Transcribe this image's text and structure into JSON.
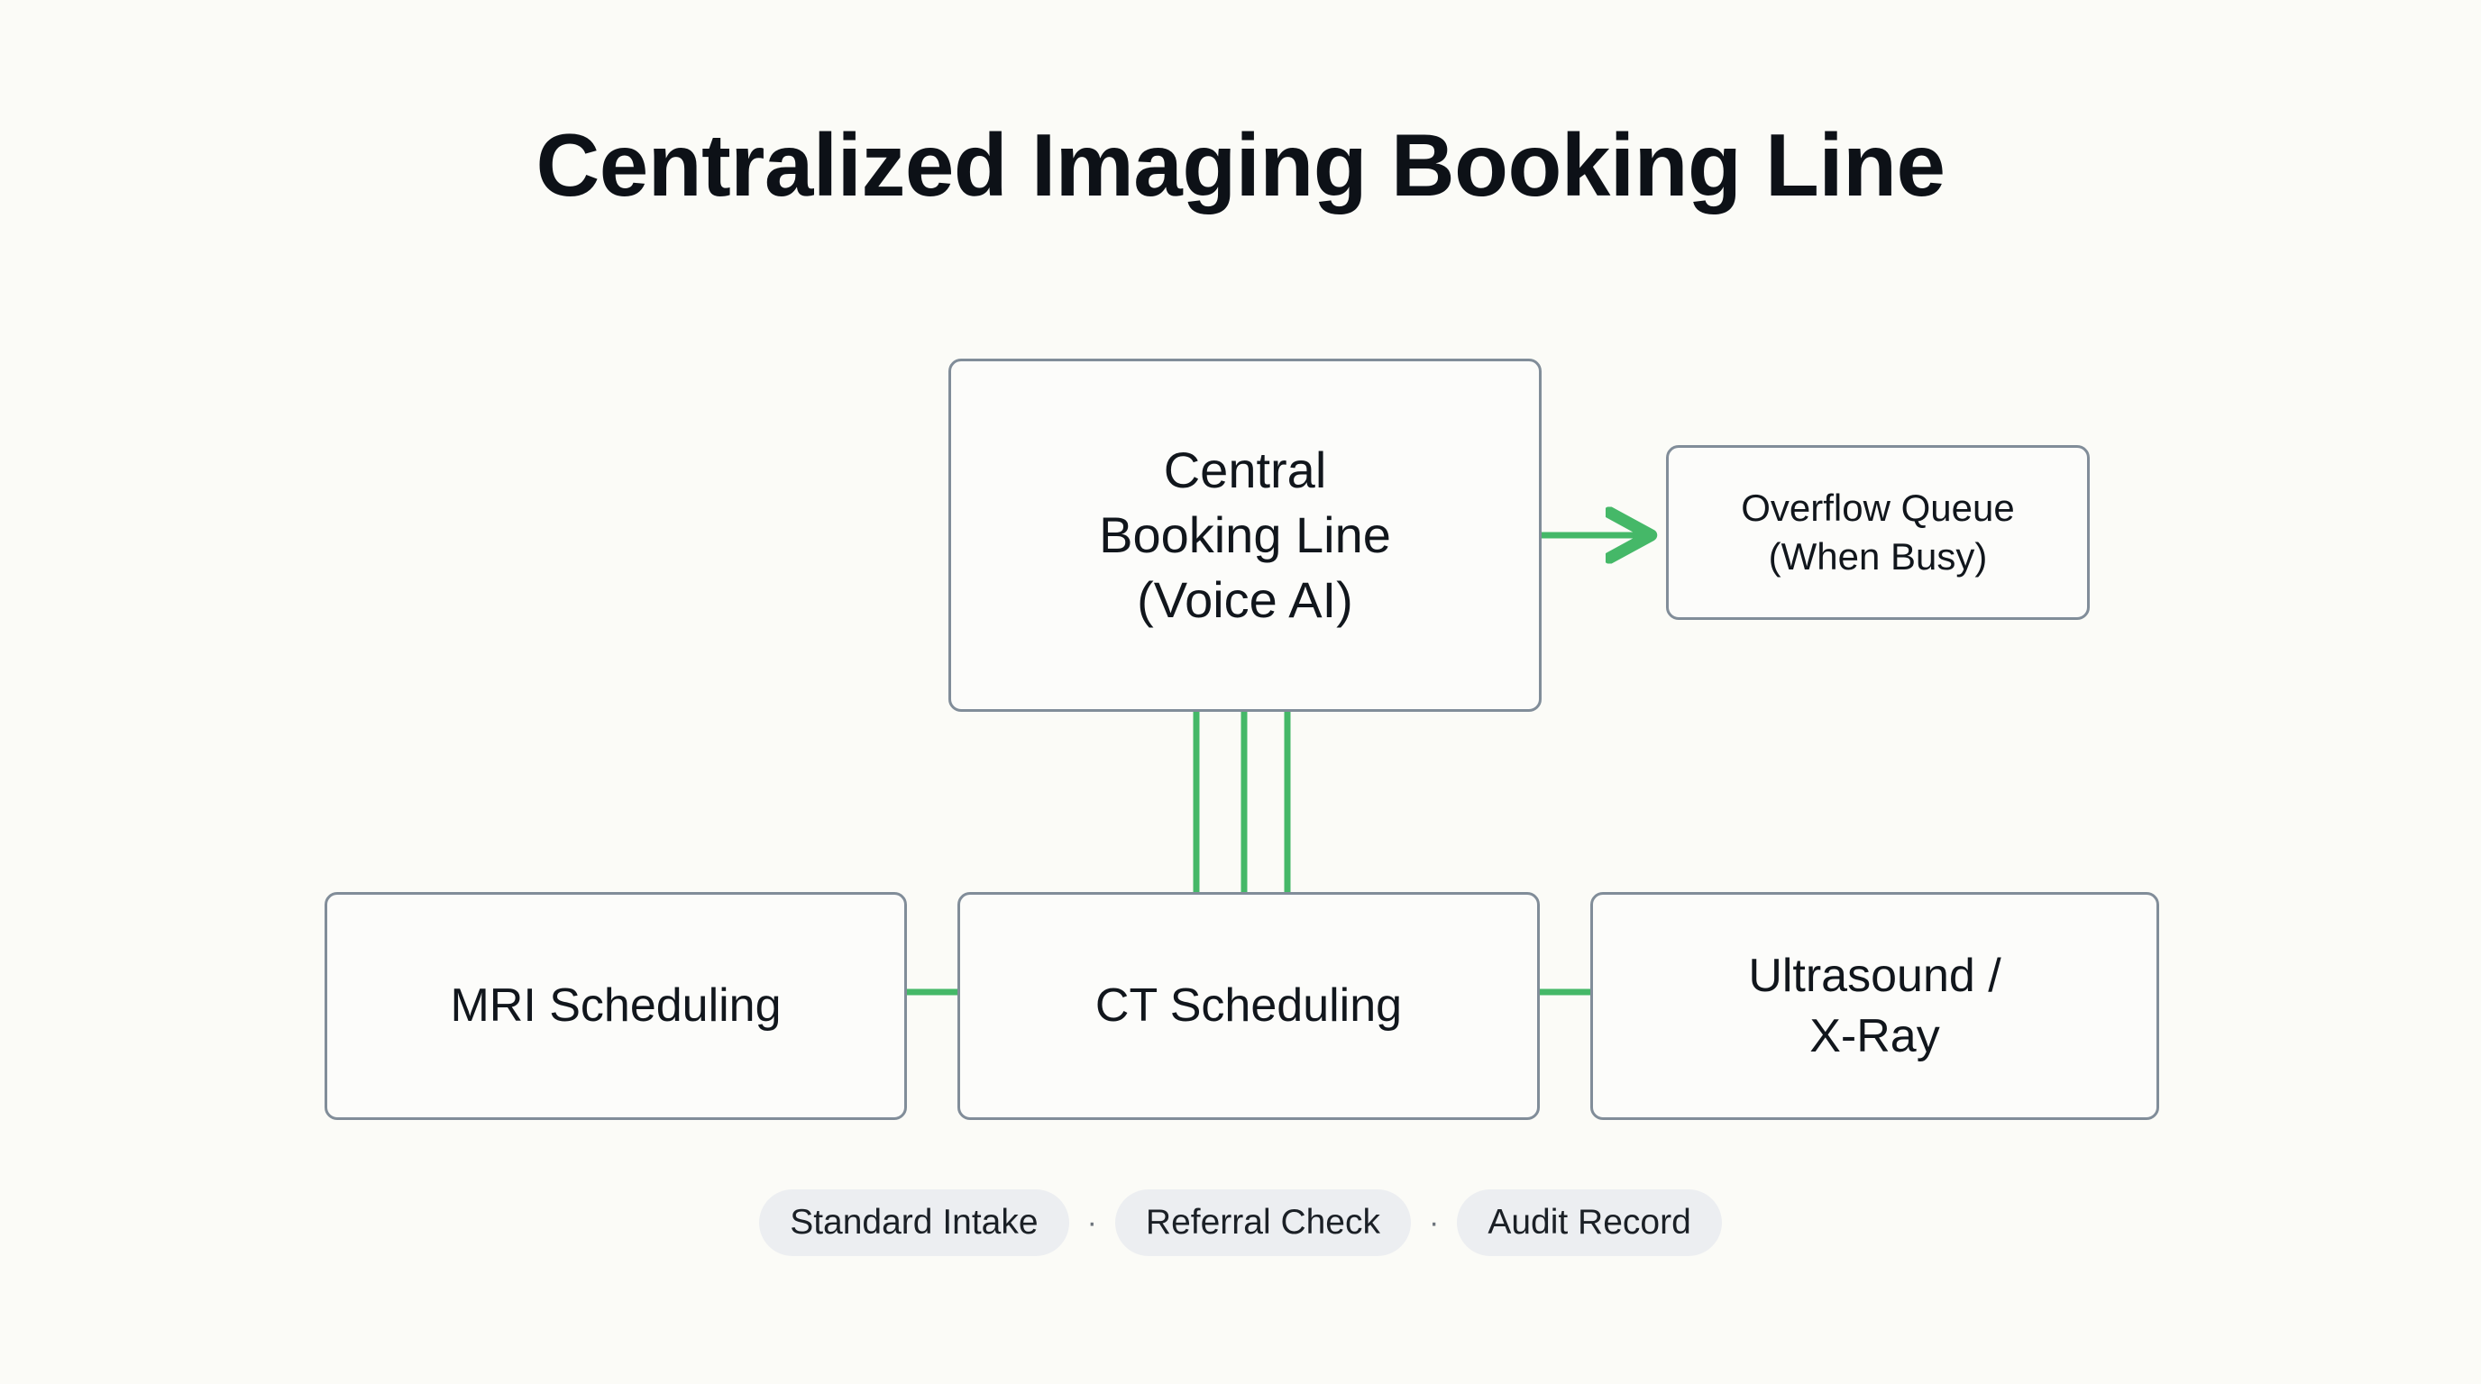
{
  "title": "Centralized Imaging Booking Line",
  "theme": {
    "background": "#fbfbf7",
    "node_fill": "#fcfcfa",
    "node_border": "#818d99",
    "connector_green": "#45b868",
    "chip_fill": "#eceef1",
    "text": "#11161c"
  },
  "nodes": {
    "central": {
      "id": "central-booking-line",
      "label": "Central\nBooking Line\n(Voice AI)"
    },
    "overflow": {
      "id": "overflow-queue",
      "label": "Overflow Queue\n(When Busy)"
    },
    "leaves": [
      {
        "id": "mri-scheduling",
        "label": "MRI Scheduling"
      },
      {
        "id": "ct-scheduling",
        "label": "CT Scheduling"
      },
      {
        "id": "ultrasound-xray",
        "label": "Ultrasound /\nX-Ray"
      }
    ]
  },
  "connectors": [
    {
      "id": "central-to-overflow",
      "from": "central-booking-line",
      "to": "overflow-queue",
      "style": "straight-right",
      "arrow": true
    },
    {
      "id": "central-to-mri",
      "from": "central-booking-line",
      "to": "mri-scheduling",
      "style": "orthogonal-down-left",
      "arrow": true
    },
    {
      "id": "central-to-ct",
      "from": "central-booking-line",
      "to": "ct-scheduling",
      "style": "straight-down",
      "arrow": true
    },
    {
      "id": "central-to-ultrasound",
      "from": "central-booking-line",
      "to": "ultrasound-xray",
      "style": "orthogonal-down-right",
      "arrow": true
    }
  ],
  "chips": {
    "separator": "·",
    "items": [
      {
        "id": "standard-intake",
        "label": "Standard Intake"
      },
      {
        "id": "referral-check",
        "label": "Referral Check"
      },
      {
        "id": "audit-record",
        "label": "Audit Record"
      }
    ]
  }
}
